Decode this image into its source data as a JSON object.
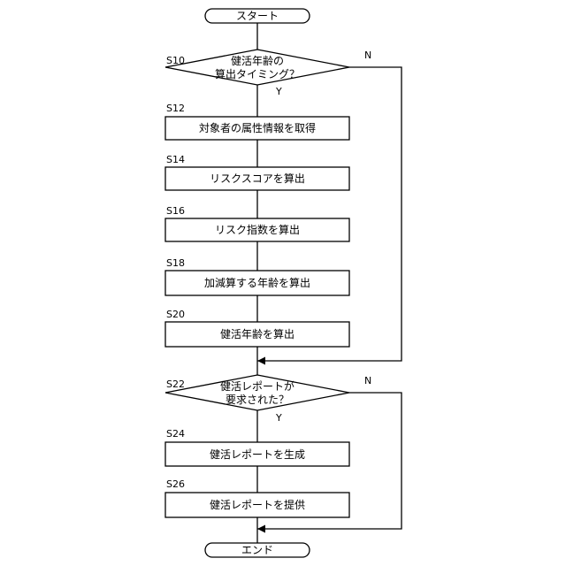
{
  "flowchart": {
    "start": {
      "label": "スタート"
    },
    "end": {
      "label": "エンド"
    },
    "s10": {
      "step": "S10",
      "line1": "健活年齢の",
      "line2": "算出タイミング？",
      "yes": "Y",
      "no": "N"
    },
    "s12": {
      "step": "S12",
      "label": "対象者の属性情報を取得"
    },
    "s14": {
      "step": "S14",
      "label": "リスクスコアを算出"
    },
    "s16": {
      "step": "S16",
      "label": "リスク指数を算出"
    },
    "s18": {
      "step": "S18",
      "label": "加減算する年齢を算出"
    },
    "s20": {
      "step": "S20",
      "label": "健活年齢を算出"
    },
    "s22": {
      "step": "S22",
      "line1": "健活レポートが",
      "line2": "要求された？",
      "yes": "Y",
      "no": "N"
    },
    "s24": {
      "step": "S24",
      "label": "健活レポートを生成"
    },
    "s26": {
      "step": "S26",
      "label": "健活レポートを提供"
    }
  }
}
